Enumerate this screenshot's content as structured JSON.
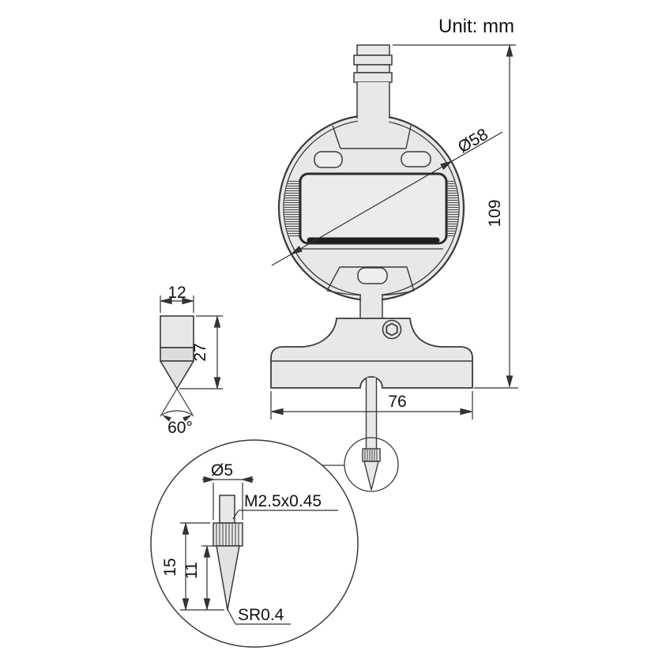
{
  "title": "Unit: mm",
  "colors": {
    "body_fill": "#e8e8e8",
    "band_fill": "#dcdcdc",
    "outline": "#3a3a3a",
    "bezel": "#1e1e1e",
    "text": "#111111"
  },
  "main_view": {
    "diameter": "Ø58",
    "height": "109",
    "base_width": "76"
  },
  "contact_point_view": {
    "width": "12",
    "length": "27",
    "angle": "60°"
  },
  "tip_detail_view": {
    "collar_diameter": "Ø5",
    "thread": "M2.5x0.45",
    "overall_length": "15",
    "cone_length": "11",
    "tip_radius": "SR0.4"
  }
}
